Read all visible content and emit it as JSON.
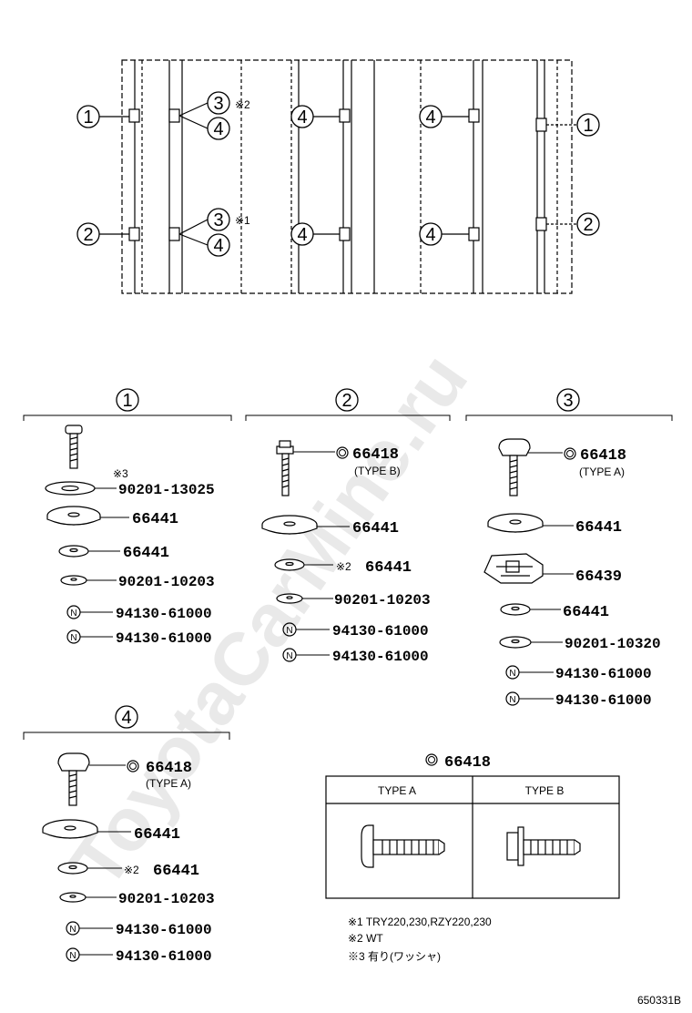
{
  "diagram": {
    "overview": {
      "callouts": [
        "1",
        "2",
        "3",
        "4"
      ],
      "notes": {
        "n1": "※1",
        "n2": "※2"
      }
    },
    "group1": {
      "label": "1",
      "note3": "※3",
      "parts": [
        "90201-13025",
        "66441",
        "66441",
        "90201-10203",
        "94130-61000",
        "94130-61000"
      ]
    },
    "group2": {
      "label": "2",
      "parts": [
        "66418",
        "66441",
        "66441",
        "90201-10203",
        "94130-61000",
        "94130-61000"
      ],
      "type": "(TYPE B)",
      "mark": "※2"
    },
    "group3": {
      "label": "3",
      "parts": [
        "66418",
        "66441",
        "66439",
        "66441",
        "90201-10320",
        "94130-61000",
        "94130-61000"
      ],
      "type": "(TYPE A)"
    },
    "group4": {
      "label": "4",
      "parts": [
        "66418",
        "66441",
        "66441",
        "90201-10203",
        "94130-61000",
        "94130-61000"
      ],
      "type": "(TYPE A)",
      "mark": "※2"
    },
    "type_table": {
      "title": "66418",
      "col_a": "TYPE A",
      "col_b": "TYPE B"
    },
    "footnotes": [
      "※1  TRY220,230,RZY220,230",
      "※2  WT",
      "※3  有り(ワッシャ)"
    ],
    "figure_code": "650331B",
    "watermark": "ToyotaCarMine.ru"
  }
}
